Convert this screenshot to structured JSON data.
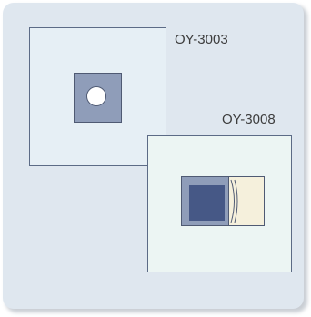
{
  "diagram": {
    "large_drape": {
      "label": "OY-3003",
      "fenestration": "round"
    },
    "small_drape": {
      "label": "OY-3008",
      "fenestration": "square-with-pouch"
    },
    "colors": {
      "background": "#dfe7ef",
      "drape_large_fill": "#e6eff5",
      "drape_small_fill": "#ecf5f3",
      "outline": "#5c6b86",
      "fenestration_fill": "#8f9db9",
      "pouch_dark": "#465886",
      "pouch_flap": "#f5f0dc"
    }
  }
}
